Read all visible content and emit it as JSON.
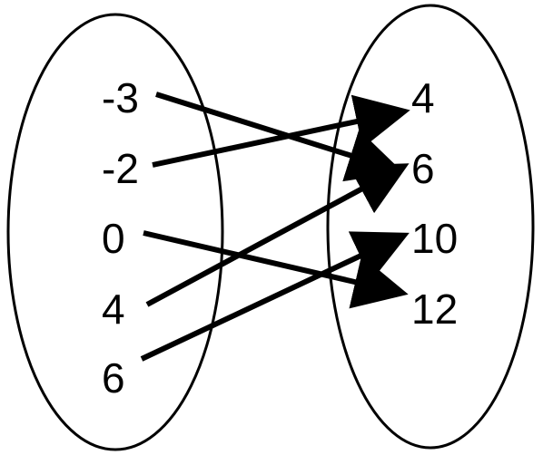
{
  "domain_sets": {
    "left": [
      "-3",
      "-2",
      "0",
      "4",
      "6"
    ],
    "right": [
      "4",
      "6",
      "10",
      "12"
    ]
  },
  "mappings": [
    {
      "from": "-3",
      "to": "6"
    },
    {
      "from": "-2",
      "to": "4"
    },
    {
      "from": "0",
      "to": "12"
    },
    {
      "from": "4",
      "to": "6"
    },
    {
      "from": "6",
      "to": "10"
    }
  ],
  "colors": {
    "stroke": "#000000",
    "background": "#ffffff"
  }
}
